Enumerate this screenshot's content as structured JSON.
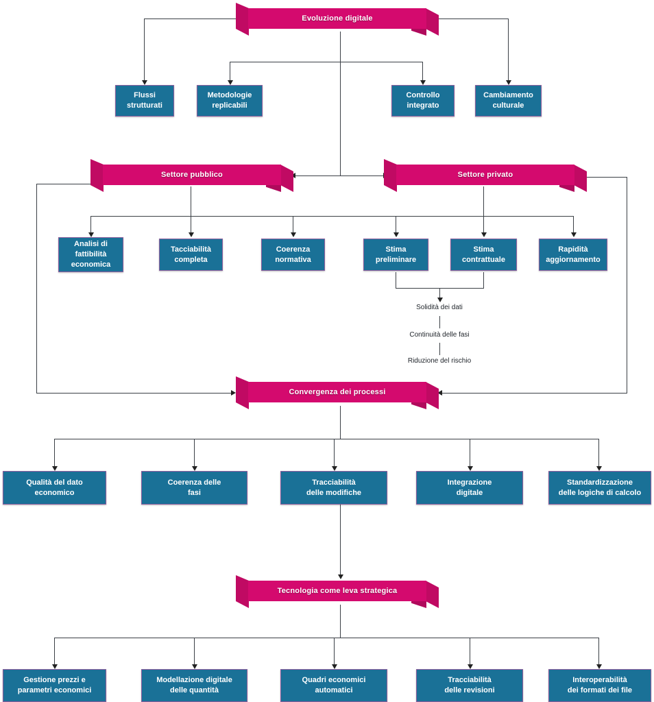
{
  "diagram": {
    "title": "Evoluzione digitale",
    "banners": [
      {
        "id": "evoluzione",
        "label": "Evoluzione digitale"
      },
      {
        "id": "pubblico",
        "label": "Settore pubblico"
      },
      {
        "id": "privato",
        "label": "Settore privato"
      },
      {
        "id": "convergenza",
        "label": "Convergenza dei processi"
      },
      {
        "id": "tecnologia",
        "label": "Tecnologia come leva strategica"
      }
    ],
    "level1": [
      {
        "label": "Flussi\nstrutturati"
      },
      {
        "label": "Metodologie\nreplicabili"
      },
      {
        "label": "Controllo\nintegrato"
      },
      {
        "label": "Cambiamento\nculturale"
      }
    ],
    "level2": [
      {
        "label": "Analisi di\nfattibilità\neconomica"
      },
      {
        "label": "Tacciabilità\ncompleta"
      },
      {
        "label": "Coerenza\nnormativa"
      },
      {
        "label": "Stima\npreliminare"
      },
      {
        "label": "Stima\ncontrattuale"
      },
      {
        "label": "Rapidità\naggiornamento"
      }
    ],
    "chain": [
      {
        "label": "Solidità dei dati"
      },
      {
        "label": "Continuità delle fasi"
      },
      {
        "label": "Riduzione del rischio"
      }
    ],
    "level3": [
      {
        "label": "Qualità del dato economico"
      },
      {
        "label": "Coerenza delle\nfasi"
      },
      {
        "label": "Tracciabilità\ndelle modifiche"
      },
      {
        "label": "Integrazione\ndigitale"
      },
      {
        "label": "Standardizzazione\ndelle logiche di calcolo"
      }
    ],
    "level4": [
      {
        "label": "Gestione prezzi e\nparametri economici"
      },
      {
        "label": "Modellazione digitale\ndelle quantità"
      },
      {
        "label": "Quadri economici\nautomatici"
      },
      {
        "label": "Tracciabilità\ndelle revisioni"
      },
      {
        "label": "Interoperabilità\ndei formati dei file"
      }
    ],
    "colors": {
      "banner": "#d40a6e",
      "banner_fold": "#c00a63",
      "node": "#1a7197",
      "node_border": "#8a5c9c",
      "line": "#3a3f45",
      "text_light": "#ffffff",
      "text_dark": "#20252b",
      "background": "#ffffff"
    }
  }
}
